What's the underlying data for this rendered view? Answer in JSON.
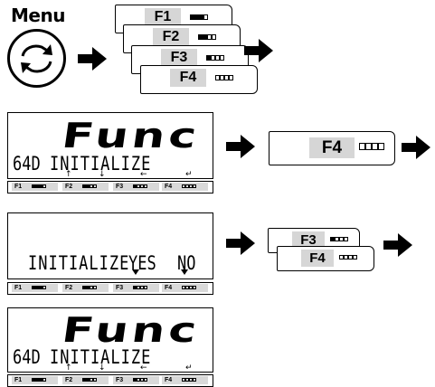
{
  "menu": {
    "label": "Menu",
    "icon": "rotate-arrows-icon"
  },
  "menu_stack": [
    {
      "label": "F1",
      "filled": 3,
      "total": 4
    },
    {
      "label": "F2",
      "filled": 2,
      "total": 4
    },
    {
      "label": "F3",
      "filled": 1,
      "total": 4
    },
    {
      "label": "F4",
      "filled": 0,
      "total": 4
    }
  ],
  "screen1": {
    "big_text": "Func",
    "code": "64D",
    "line": "INITIALIZE",
    "marks": [
      "↑",
      "↓",
      "←",
      "↵"
    ]
  },
  "f4_key": {
    "label": "F4",
    "filled": 0,
    "total": 4
  },
  "screen2": {
    "line": "INITIALIZE",
    "yes": "YES",
    "no": "NO"
  },
  "confirm_stack": [
    {
      "label": "F3",
      "filled": 1,
      "total": 4
    },
    {
      "label": "F4",
      "filled": 0,
      "total": 4
    }
  ],
  "screen3": {
    "big_text": "Func",
    "code": "64D",
    "line": "INITIALIZE",
    "marks": [
      "↑",
      "↓",
      "←",
      "↵"
    ]
  },
  "keybar": [
    {
      "label": "F1",
      "filled": 3,
      "total": 4
    },
    {
      "label": "F2",
      "filled": 2,
      "total": 4
    },
    {
      "label": "F3",
      "filled": 1,
      "total": 4
    },
    {
      "label": "F4",
      "filled": 0,
      "total": 4
    }
  ]
}
